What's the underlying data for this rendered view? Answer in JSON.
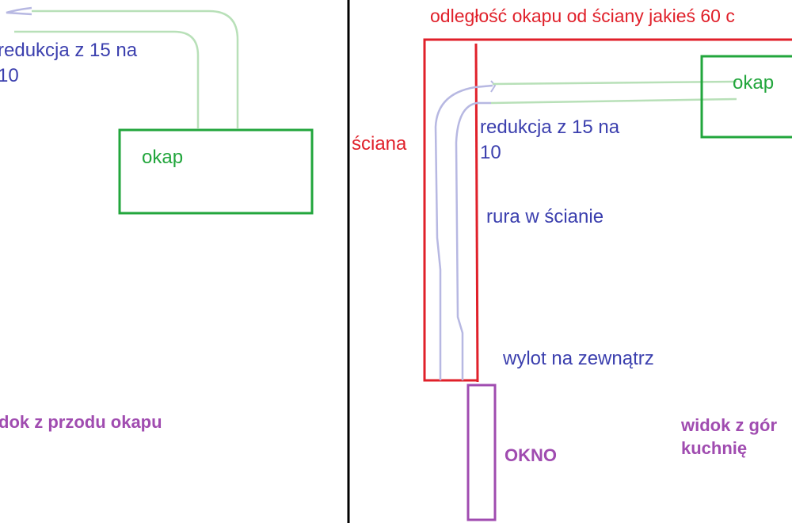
{
  "colors": {
    "divider": "#000000",
    "hood": "#22a63c",
    "duct": "#b8e0b8",
    "pipe": "#b7b8e2",
    "wall": "#e0202a",
    "window": "#a04cb0",
    "blue_text": "#3b3fae",
    "green_text": "#22a63c",
    "red_text": "#e0202a",
    "purple_text": "#a04cb0"
  },
  "left_panel": {
    "reduction_label": {
      "line1": "redukcja z 15 na",
      "line2": "10"
    },
    "hood_label": "okap",
    "caption": "dok z przodu okapu"
  },
  "right_panel": {
    "distance_label": "odległość okapu od ściany jakieś 60 c",
    "wall_label": "ściana",
    "hood_label": "okap",
    "reduction_label": {
      "line1": "redukcja z 15 na",
      "line2": "10"
    },
    "pipe_in_wall_label": "rura w ścianie",
    "outlet_label": "wylot na zewnątrz",
    "window_label": "OKNO",
    "caption": {
      "line1": "widok z gór",
      "line2": "kuchnię"
    }
  }
}
